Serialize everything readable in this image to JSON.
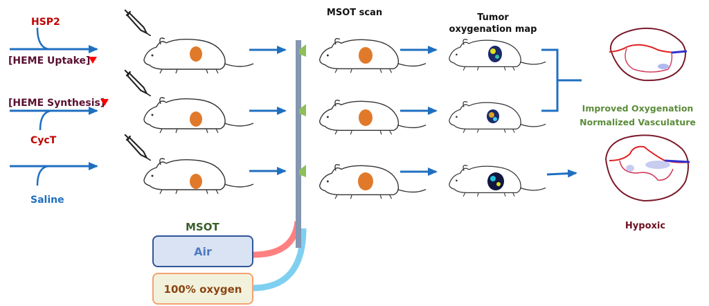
{
  "inputs": [
    {
      "agent": "HSP2",
      "effect": "[HEME Uptake]"
    },
    {
      "agent": "CycT",
      "effect": "[HEME Synthesis]"
    },
    {
      "agent": "Saline",
      "effect": ""
    }
  ],
  "headers": {
    "scan": "MSOT scan",
    "map_line1": "Tumor",
    "map_line2": "oxygenation map"
  },
  "msot": {
    "title": "MSOT",
    "air": "Air",
    "oxygen": "100% oxygen"
  },
  "outcomes": {
    "improved_line1": "Improved Oxygenation",
    "improved_line2": "Normalized Vasculature",
    "hypoxic": "Hypoxic"
  },
  "colors": {
    "arrow": "#1f6fc0",
    "agent": "#c00000",
    "effect": "#5a1030",
    "saline": "#1f6fc0",
    "improved": "#5b8c3a",
    "hypoxic": "#6b1020",
    "msot_title": "#3a5e2a",
    "air_pipe": "#ff8080",
    "oxygen_pipe": "#7fd0f0",
    "manifold": "#8496b0"
  }
}
